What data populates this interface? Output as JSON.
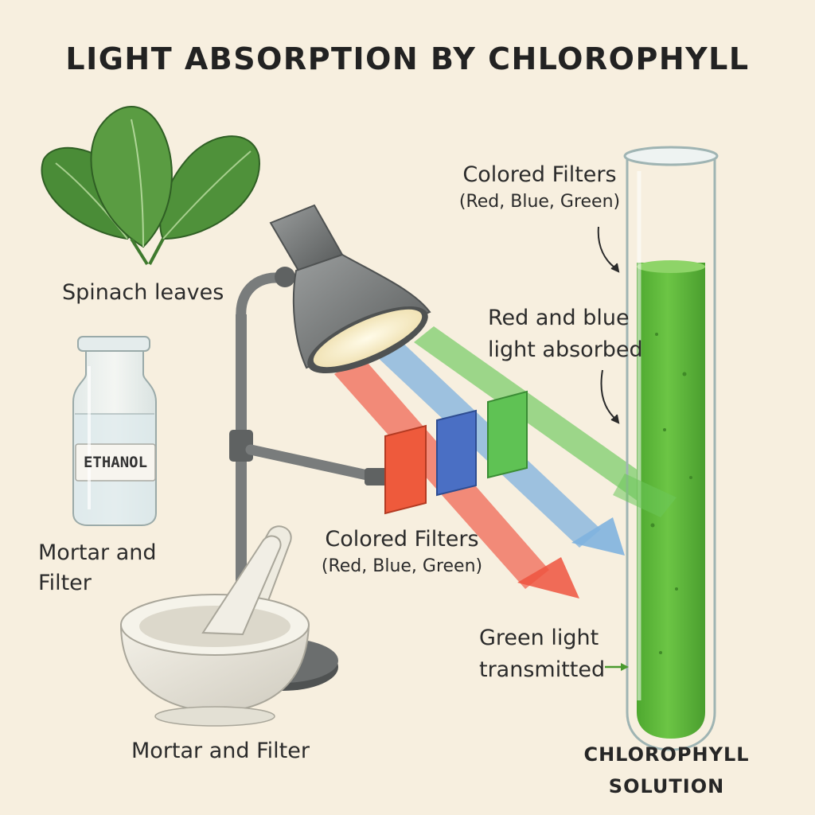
{
  "title": "LIGHT ABSORPTION BY CHLOROPHYLL",
  "labels": {
    "spinach": "Spinach leaves",
    "ethanol": "ETHANOL",
    "mortar_left_line1": "Mortar and",
    "mortar_left_line2": "Filter",
    "mortar_bottom": "Mortar and Filter",
    "filters_middle_line1": "Colored Filters",
    "filters_middle_line2": "(Red, Blue, Green)",
    "filters_top_line1": "Colored Filters",
    "filters_top_line2": "(Red, Blue, Green)",
    "absorbed_line1": "Red and blue",
    "absorbed_line2": "light absorbed",
    "transmitted_line1": "Green light",
    "transmitted_line2": "transmitted",
    "solution_line1": "CHLOROPHYLL",
    "solution_line2": "SOLUTION"
  },
  "colors": {
    "background": "#f7efdf",
    "red_light": "#ef5340",
    "blue_light": "#7fb2df",
    "green_light": "#6cc75a",
    "chlorophyll": "#5cb53a",
    "leaf": "#4f8f3a",
    "lamp": "#6f7272"
  },
  "icons": {
    "leaves": "spinach-leaves-icon",
    "bottle": "ethanol-bottle-icon",
    "mortar": "mortar-and-pestle-icon",
    "lamp": "desk-lamp-icon",
    "tube": "test-tube-icon"
  }
}
